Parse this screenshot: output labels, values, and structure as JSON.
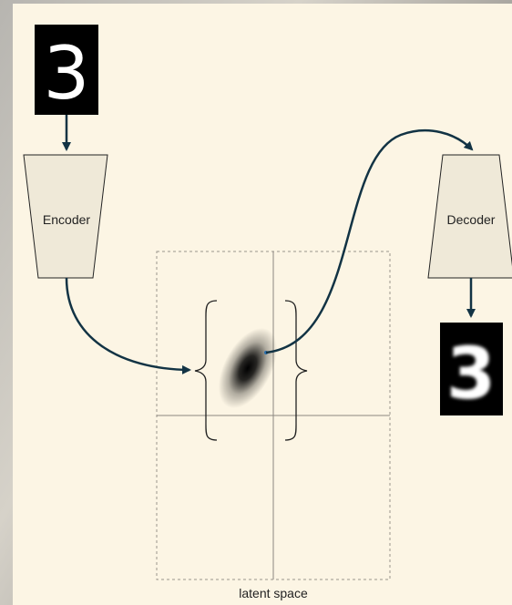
{
  "encoder": {
    "label": "Encoder"
  },
  "decoder": {
    "label": "Decoder"
  },
  "latent": {
    "label": "latent space"
  },
  "input_digit": {
    "glyph": "3"
  },
  "output_digit": {
    "glyph": "3"
  },
  "colors": {
    "background": "#fcf5e4",
    "box_fill": "#efe9d8",
    "arrow": "#123344",
    "grid_dashed": "#9a958c",
    "axis": "#8c8880"
  }
}
